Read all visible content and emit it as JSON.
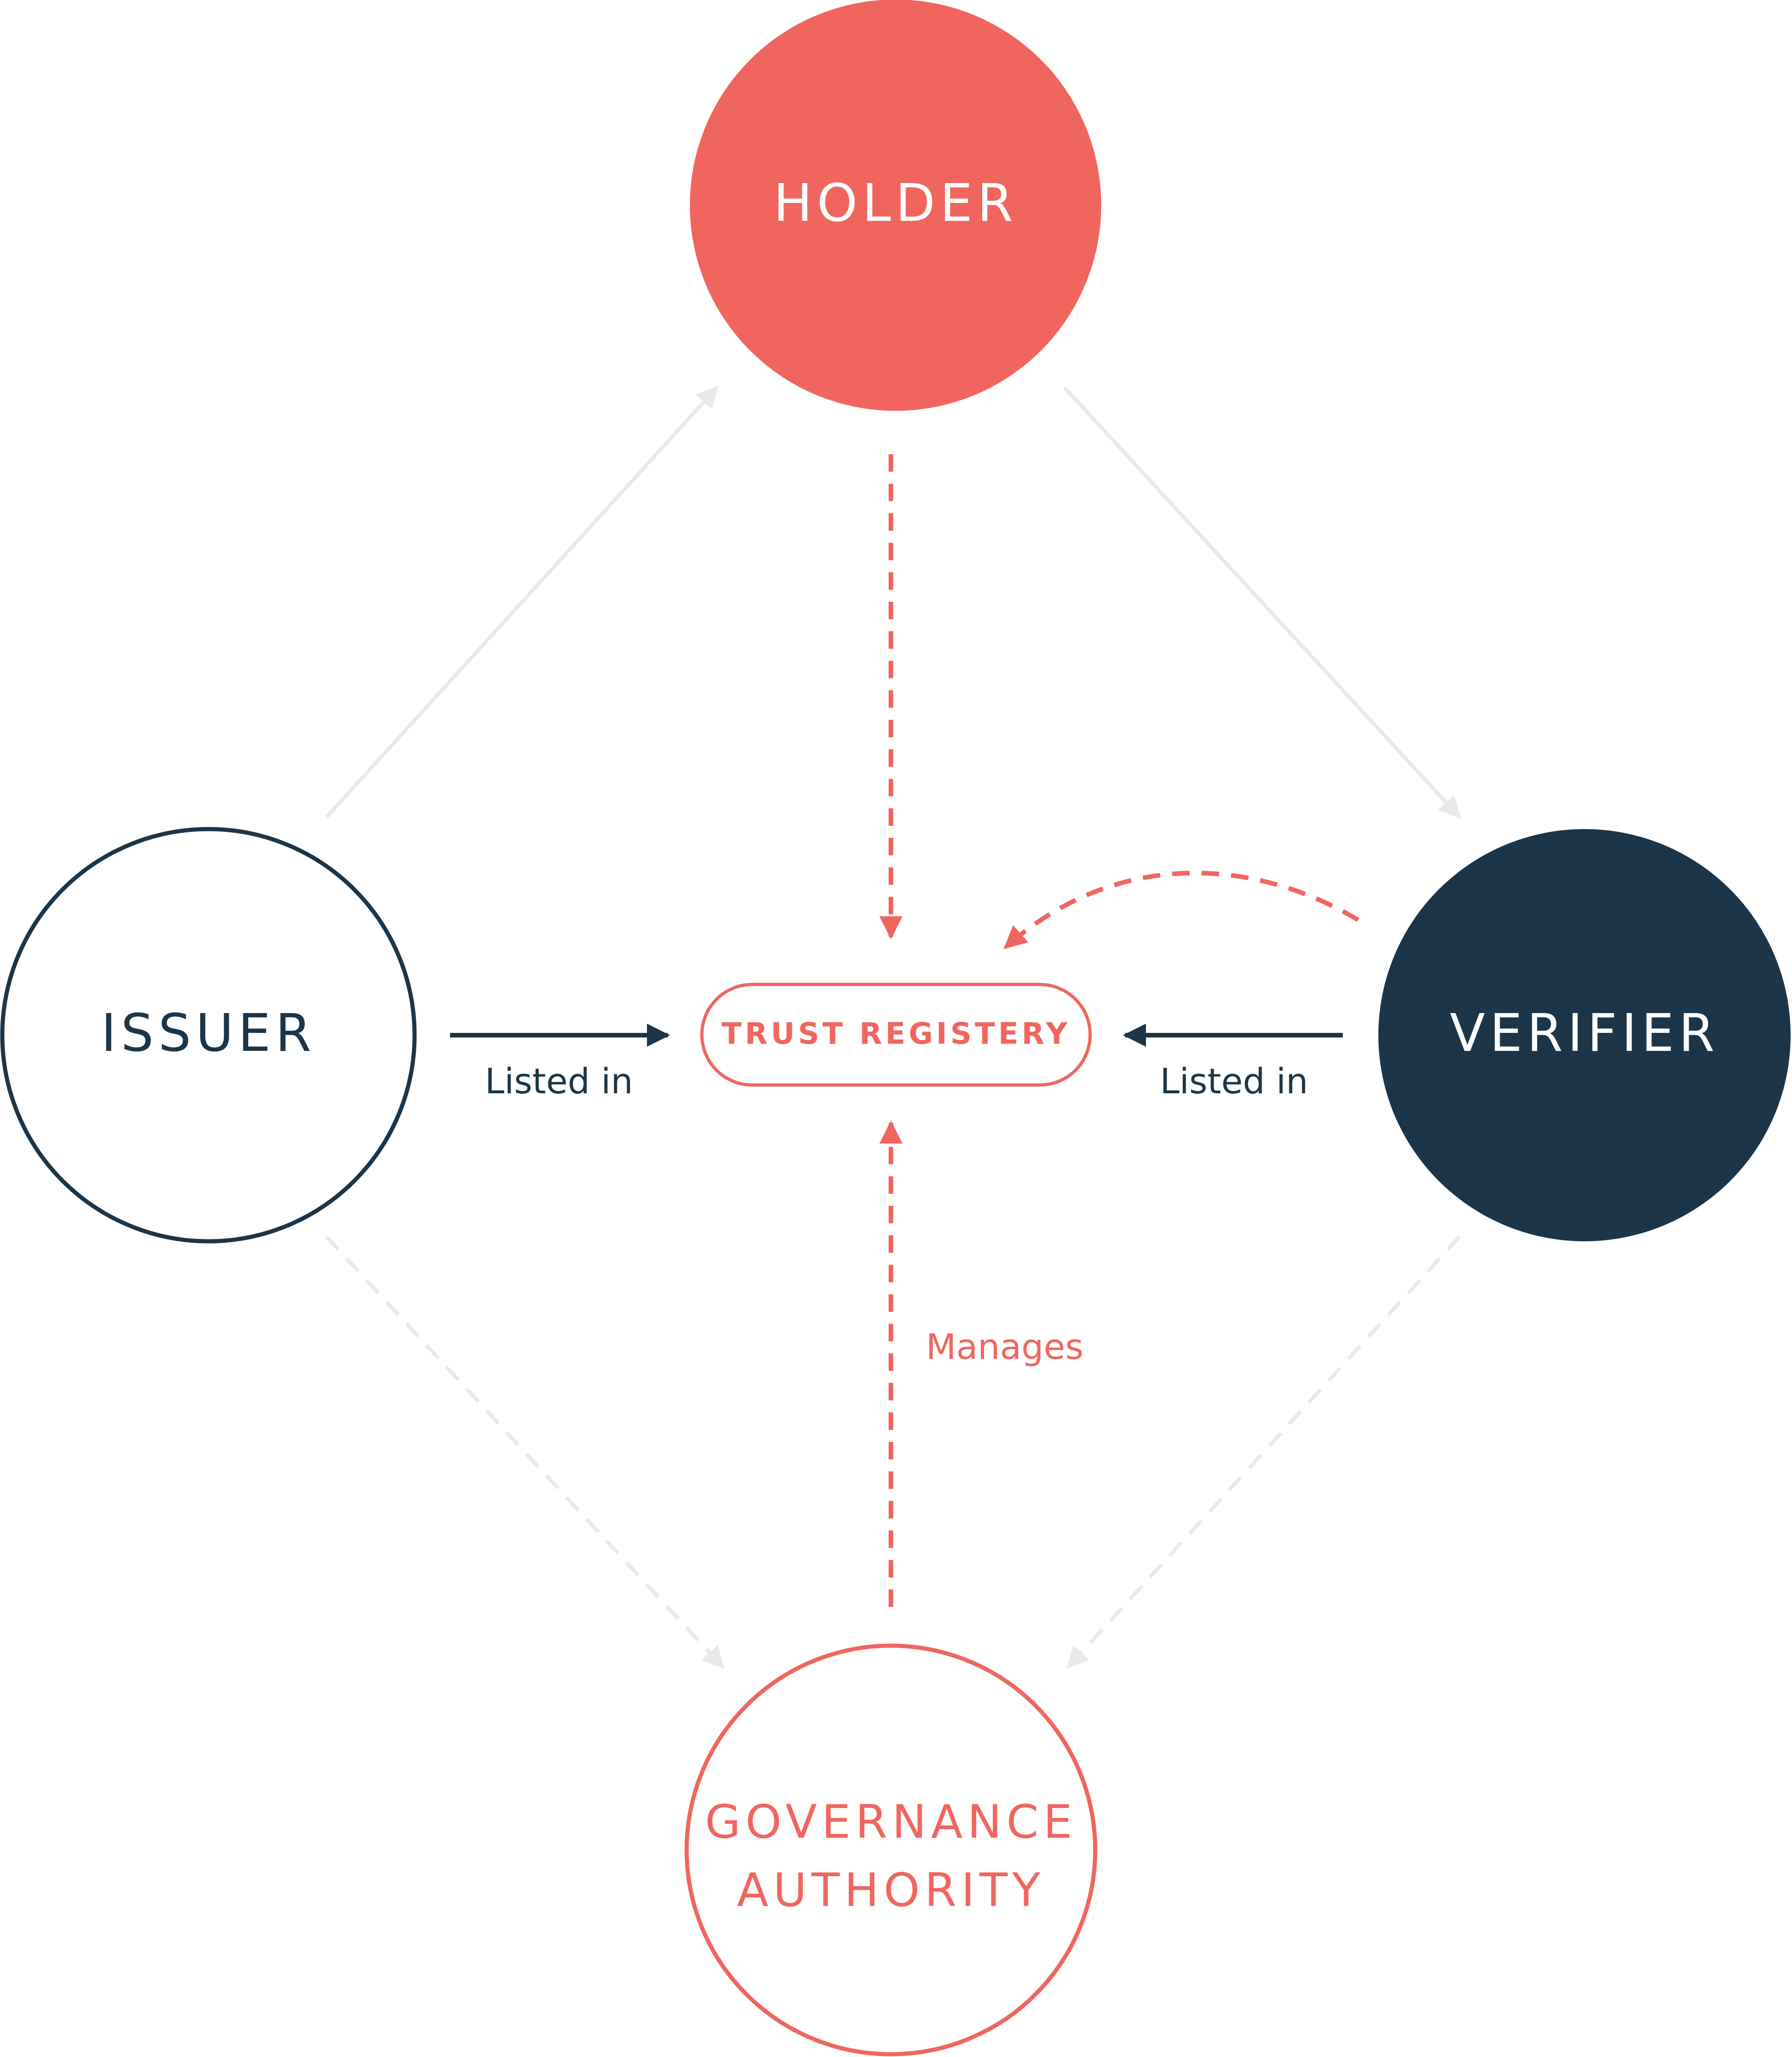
{
  "colors": {
    "coral": "#f0665f",
    "navy": "#1c3548",
    "light_gray": "#e8ebea",
    "white": "#ffffff"
  },
  "nodes": {
    "holder": {
      "label": "HOLDER"
    },
    "issuer": {
      "label": "ISSUER"
    },
    "verifier": {
      "label": "VERIFIER"
    },
    "governance": {
      "label_line1": "GOVERNANCE",
      "label_line2": "AUTHORITY"
    },
    "trust_registry": {
      "label": "TRUST REGISTERY"
    }
  },
  "edges": {
    "issuer_listed_in": "Listed in",
    "verifier_listed_in": "Listed in",
    "governance_manages": "Manages"
  }
}
